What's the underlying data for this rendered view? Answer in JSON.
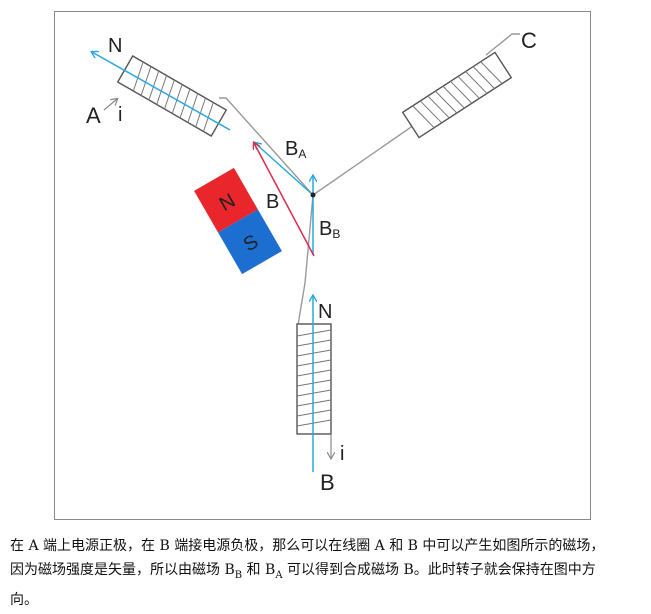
{
  "labels": {
    "coil_a": "A",
    "coil_b": "B",
    "coil_c": "C",
    "current_a": "i",
    "current_b": "i",
    "pole_coil_a": "N",
    "pole_coil_b": "N",
    "magnet_n": "N",
    "magnet_s": "S",
    "vec_b": "B",
    "vec_ba_main": "B",
    "vec_ba_sub": "A",
    "vec_bb_main": "B",
    "vec_bb_sub": "B"
  },
  "colors": {
    "field_arrow": "#29a8e0",
    "resultant_arrow": "#d92d4d",
    "magnet_north": "#e8262b",
    "magnet_south": "#1c6fd0",
    "wire": "#9a9a9a"
  },
  "caption": {
    "line1": "在 A 端上电源正极，在 B 端接电源负极，那么可以在线圈 A 和 B 中可以产生如图所示的磁场，",
    "line2_a": "因为磁场强度是矢量，所以由磁场 B",
    "sub_b": "B",
    "line2_b": " 和 B",
    "sub_a": "A",
    "line2_c": " 可以得到合成磁场 B。此时转子就会保持在图中方",
    "line3": "向。"
  }
}
